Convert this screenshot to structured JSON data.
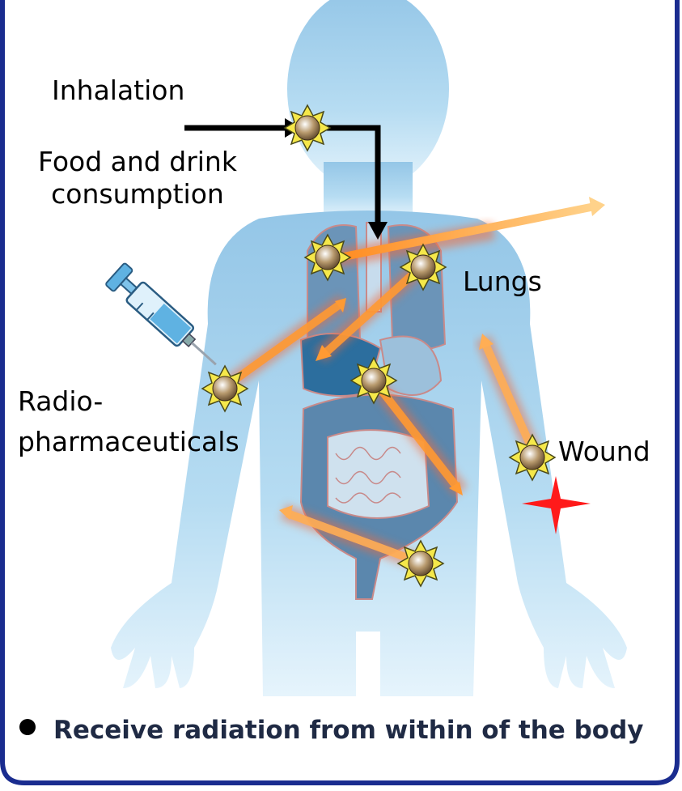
{
  "labels": {
    "inhalation": "Inhalation",
    "food_line1": "Food and drink",
    "food_line2": "consumption",
    "lungs": "Lungs",
    "radio_line1": "Radio-",
    "radio_line2": "pharmaceuticals",
    "wound": "Wound"
  },
  "footer": {
    "text": "Receive radiation from within of the body"
  },
  "colors": {
    "frame": "#1a2c8f",
    "body": "#a8d4ee",
    "organs": "#5b87ad",
    "arrow": "#ffa53d",
    "glow": "#f26a3a",
    "star": "#f5e84a",
    "wound": "#ff1a1a",
    "path": "#000000"
  },
  "icons": {
    "source": "radioactive-particle-icon",
    "syringe": "syringe-icon",
    "wound": "wound-star-icon"
  }
}
